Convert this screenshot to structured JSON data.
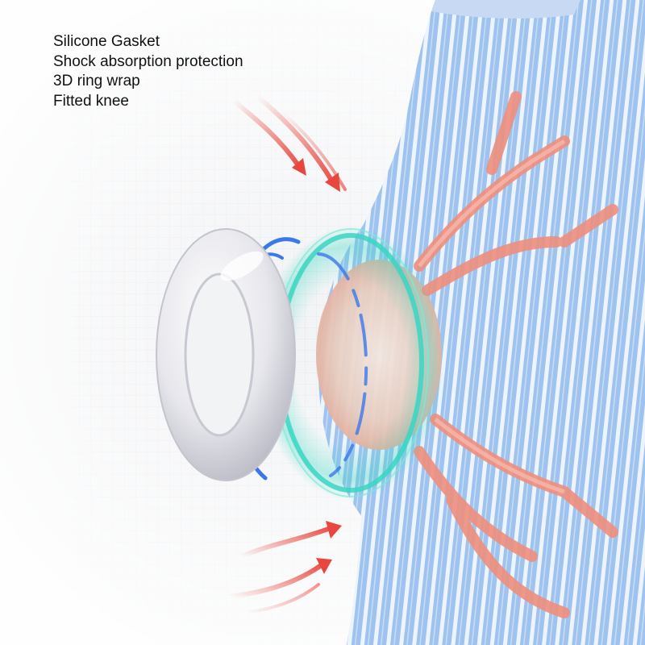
{
  "features": [
    "Silicone Gasket",
    "Shock absorption protection",
    "3D ring wrap",
    "Fitted knee"
  ],
  "illustration": {
    "subject": "knee-sleeve",
    "elements": [
      "silicone-gasket-ring-icon",
      "shock-ring-icon",
      "pressure-arrow-icon",
      "grid-background"
    ]
  },
  "colors": {
    "background": "#f2f3f5",
    "grid": "#e3e6ea",
    "sleeve_blue": "#9ec3ee",
    "sleeve_stripe": "#eef4fc",
    "accent_orange": "#ef8f7e",
    "arrow_red": "#e8473f",
    "ring_blue": "#3b78e8",
    "ring_teal": "#38d6c2",
    "gasket": "#d9d9df",
    "text": "#111111"
  }
}
